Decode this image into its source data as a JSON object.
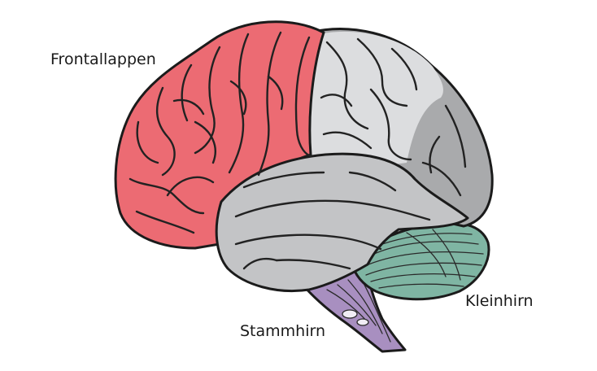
{
  "labels": {
    "frontal": "Frontallappen",
    "cerebellum": "Kleinhirn",
    "brainstem": "Stammhirn"
  },
  "colors": {
    "frontal_lobe": "#ec6b73",
    "parietal_lobe": "#dcdddf",
    "occipital_lobe": "#a9aaac",
    "temporal_lobe": "#c3c4c6",
    "cerebellum": "#7fb5a3",
    "brainstem": "#a88fc0",
    "outline": "#1b1b1b"
  }
}
